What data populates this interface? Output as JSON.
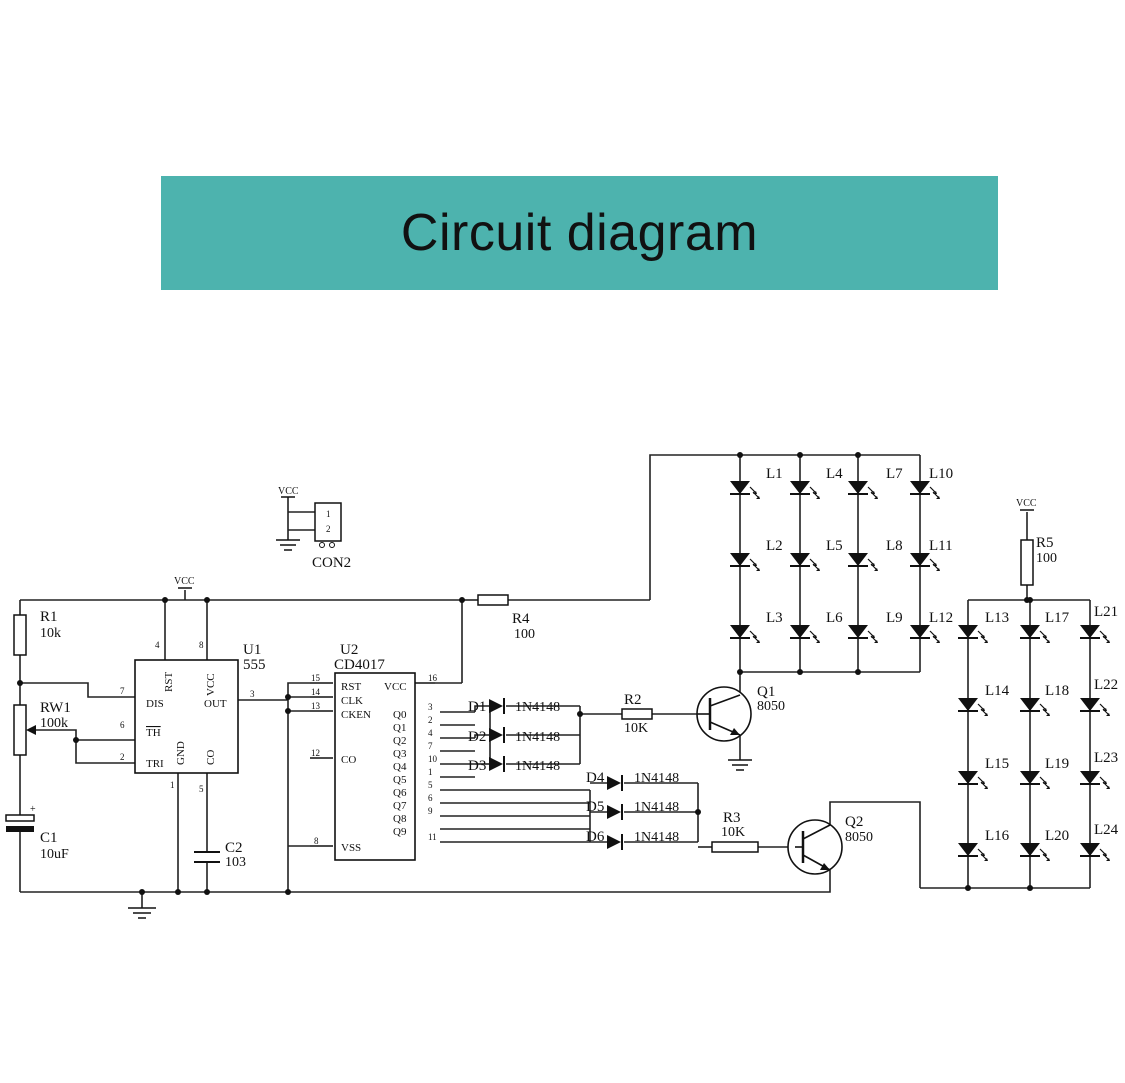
{
  "title": "Circuit diagram",
  "colors": {
    "banner": "#4db3ae",
    "ink": "#111111"
  },
  "components": {
    "vcc": "VCC",
    "con": {
      "ref": "CON2",
      "pin1": "1",
      "pin2": "2"
    },
    "r1": {
      "ref": "R1",
      "value": "10k"
    },
    "rw1": {
      "ref": "RW1",
      "value": "100k"
    },
    "c1": {
      "ref": "C1",
      "value": "10uF"
    },
    "c2": {
      "ref": "C2",
      "value": "103"
    },
    "r4": {
      "ref": "R4",
      "value": "100"
    },
    "r5": {
      "ref": "R5",
      "value": "100"
    },
    "r2": {
      "ref": "R2",
      "value": "10K"
    },
    "r3": {
      "ref": "R3",
      "value": "10K"
    },
    "q1": {
      "ref": "Q1",
      "value": "8050"
    },
    "q2": {
      "ref": "Q2",
      "value": "8050"
    },
    "diode_value": "1N4148",
    "diodes": [
      "D1",
      "D2",
      "D3",
      "D4",
      "D5",
      "D6"
    ]
  },
  "u1": {
    "ref": "U1",
    "part": "555",
    "pins": {
      "dis": "DIS",
      "th": "TH",
      "tri": "TRI",
      "out": "OUT",
      "rst": "RST",
      "vcc": "VCC",
      "gnd": "GND",
      "co": "CO"
    },
    "pin_numbers": {
      "p7": "7",
      "p6": "6",
      "p2": "2",
      "p3": "3",
      "p4": "4",
      "p8": "8",
      "p1": "1",
      "p5": "5"
    }
  },
  "u2": {
    "ref": "U2",
    "part": "CD4017",
    "left_pins": [
      {
        "num": "15",
        "name": "RST"
      },
      {
        "num": "14",
        "name": "CLK"
      },
      {
        "num": "13",
        "name": "CKEN"
      },
      {
        "num": "12",
        "name": "CO"
      },
      {
        "num": "8",
        "name": "VSS"
      }
    ],
    "vcc": {
      "name": "VCC",
      "num": "16"
    },
    "outputs": [
      {
        "name": "Q0",
        "num": "3"
      },
      {
        "name": "Q1",
        "num": "2"
      },
      {
        "name": "Q2",
        "num": "4"
      },
      {
        "name": "Q3",
        "num": "7"
      },
      {
        "name": "Q4",
        "num": "10"
      },
      {
        "name": "Q5",
        "num": "1"
      },
      {
        "name": "Q6",
        "num": "5"
      },
      {
        "name": "Q7",
        "num": "6"
      },
      {
        "name": "Q8",
        "num": "9"
      },
      {
        "name": "Q9",
        "num": "11"
      }
    ]
  },
  "leds": [
    "L1",
    "L2",
    "L3",
    "L4",
    "L5",
    "L6",
    "L7",
    "L8",
    "L9",
    "L10",
    "L11",
    "L12",
    "L13",
    "L14",
    "L15",
    "L16",
    "L17",
    "L18",
    "L19",
    "L20",
    "L21",
    "L22",
    "L23",
    "L24"
  ]
}
